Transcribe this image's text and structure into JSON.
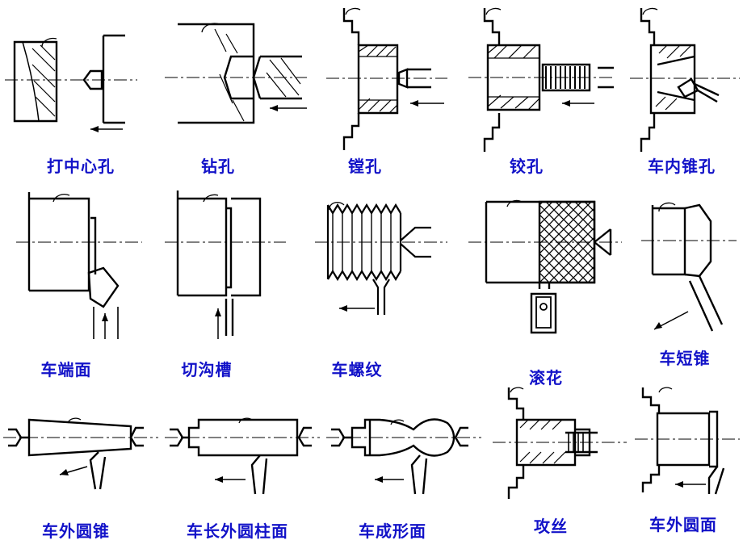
{
  "caption_color": "#1212c8",
  "operations": [
    {
      "label": "打中心孔"
    },
    {
      "label": "钻孔"
    },
    {
      "label": "镗孔"
    },
    {
      "label": "铰孔"
    },
    {
      "label": "车内锥孔"
    },
    {
      "label": "车端面"
    },
    {
      "label": "切沟槽"
    },
    {
      "label": "车螺纹"
    },
    {
      "label": "滚花"
    },
    {
      "label": "车短锥"
    },
    {
      "label": "车外圆锥"
    },
    {
      "label": "车长外圆柱面"
    },
    {
      "label": "车成形面"
    },
    {
      "label": "攻丝"
    },
    {
      "label": "车外圆面"
    }
  ]
}
